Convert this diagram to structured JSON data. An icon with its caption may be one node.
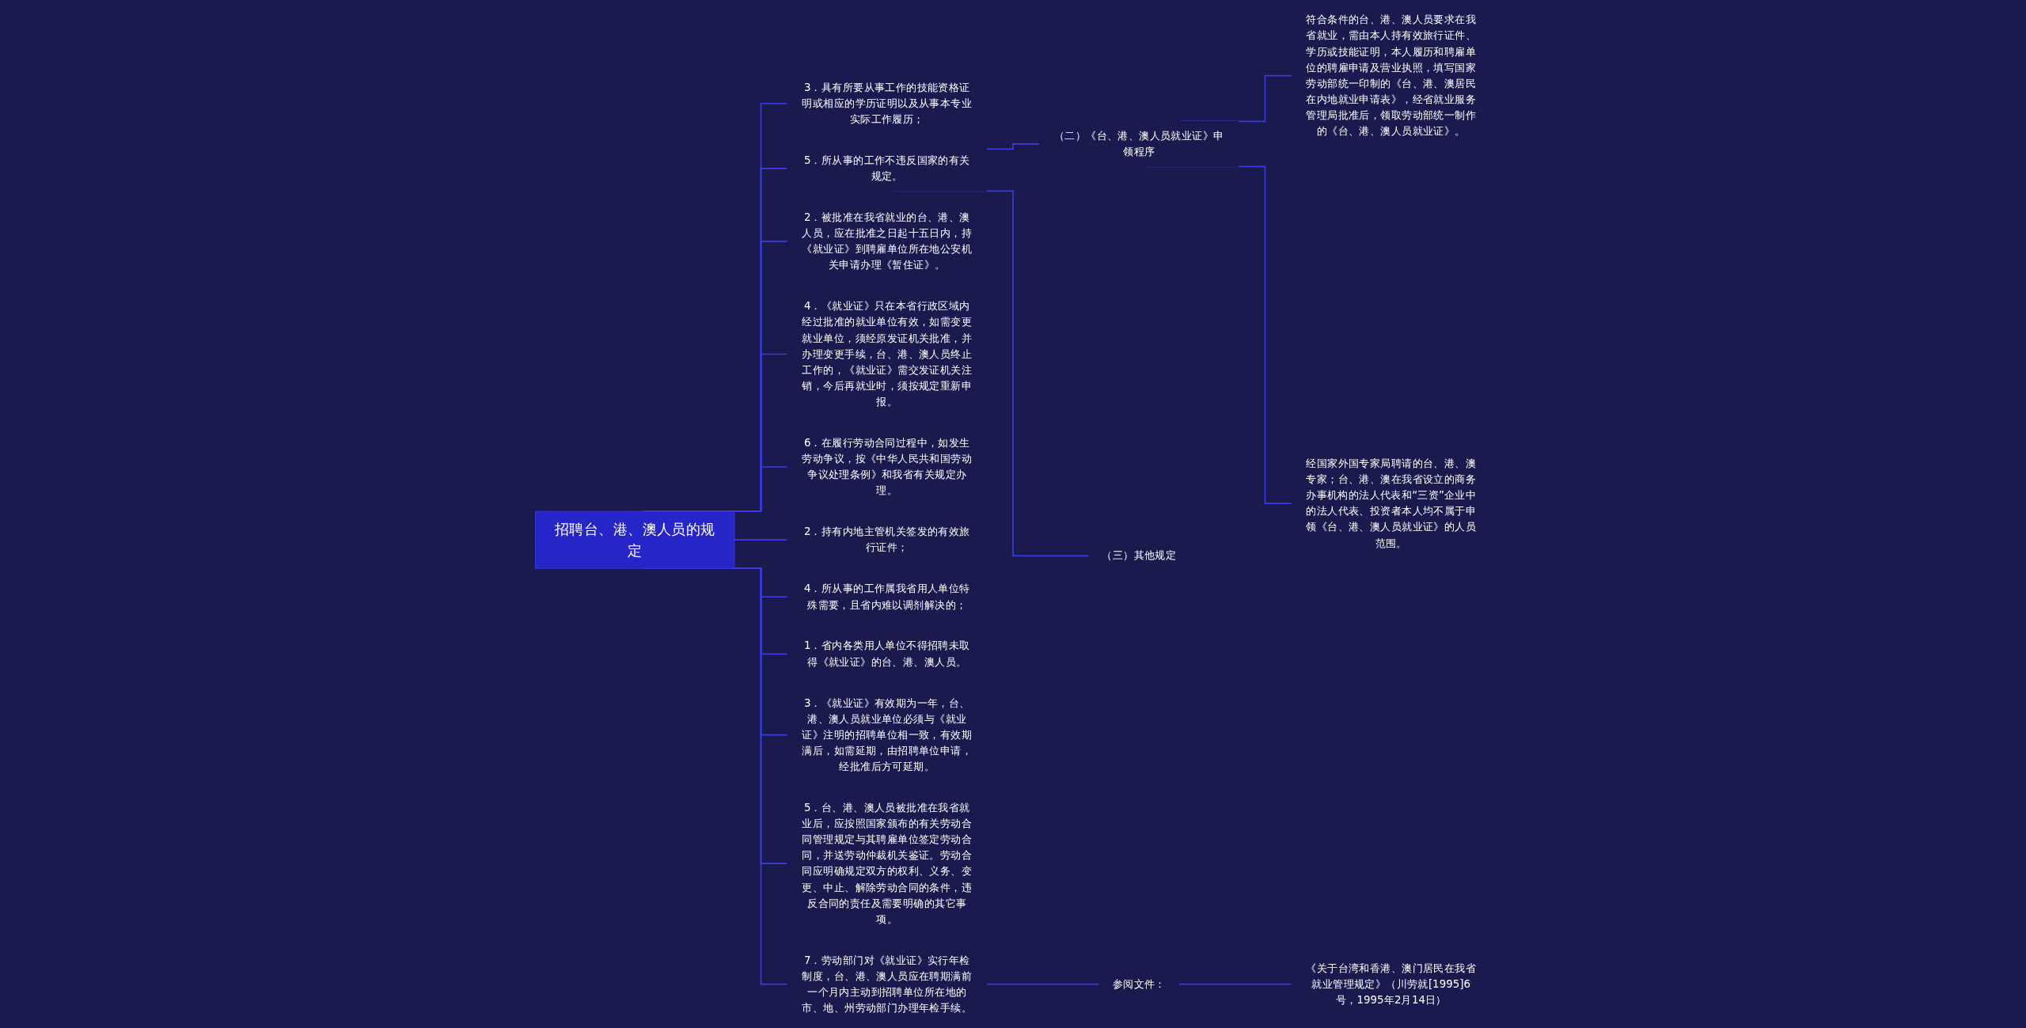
{
  "diagram": {
    "nodes": [
      {
        "text": [
          "招聘台、港、澳人员的规定"
        ]
      },
      {
        "text": [
          "3．具有所要从事工作的技能资格证明或相应的学历证明以及从事本专业实际工作履历；"
        ]
      },
      {
        "text": [
          "5．所从事的工作不违反国家的有关规定。"
        ]
      },
      {
        "text": [
          "（二）《台、港、澳人员就业证》申领程序"
        ]
      },
      {
        "text": [
          "符合条件的台、港、澳人员要求在我省就业，需由本人持有效旅行证件、学历或技能证明，本人履历和聘雇单位的聘雇申请及营业执照，填写国家劳动部统一印制的《台、港、澳居民在内地就业申请表》，经省就业服务管理局批准后，领取劳动部统一制作的《台、港、澳人员就业证》。"
        ]
      },
      {
        "text": [
          "经国家外国专家局聘请的台、港、澳专家；台、港、澳在我省设立的商务办事机构的法人代表和“三资”企业中的法人代表、投资者本人均不属于申领《台、港、澳人员就业证》的人员范围。"
        ]
      },
      {
        "text": [
          "（三）其他规定"
        ]
      },
      {
        "text": [
          "2．被批准在我省就业的台、港、澳人员，应在批准之日起十五日内，持《就业证》到聘雇单位所在地公安机关申请办理《暂住证》。"
        ]
      },
      {
        "text": [
          "4．《就业证》只在本省行政区域内经过批准的就业单位有效，如需变更就业单位，须经原发证机关批准，并办理变更手续，台、港、澳人员终止工作的，《就业证》需交发证机关注销，今后再就业时，须按规定重新申报。"
        ]
      },
      {
        "text": [
          "6．在履行劳动合同过程中，如发生劳动争议，按《中华人民共和国劳动争议处理条例》和我省有关规定办理。"
        ]
      },
      {
        "text": [
          "2．持有内地主管机关签发的有效旅行证件；"
        ]
      },
      {
        "text": [
          "4．所从事的工作属我省用人单位特殊需要，且省内难以调剂解决的；"
        ]
      },
      {
        "text": [
          "1．省内各类用人单位不得招聘未取得《就业证》的台、港、澳人员。"
        ]
      },
      {
        "text": [
          "3．《就业证》有效期为一年，台、港、澳人员就业单位必须与《就业证》注明的招聘单位相一致，有效期满后，如需延期，由招聘单位申请，经批准后方可延期。"
        ]
      },
      {
        "text": [
          "5．台、港、澳人员被批准在我省就业后，应按照国家颁布的有关劳动合同管理规定与其聘雇单位签定劳动合同，并送劳动仲裁机关鉴证。劳动合同应明确规定双方的权利、义务、变更、中止、解除劳动合同的条件，违反合同的责任及需要明确的其它事项。"
        ]
      },
      {
        "text": [
          "7．劳动部门对《就业证》实行年检制度，台、港、澳人员应在聘期满前一个月内主动到招聘单位所在地的市、地、州劳动部门办理年检手续。"
        ]
      },
      {
        "text": [
          "参阅文件："
        ]
      },
      {
        "text": [
          "《关于台湾和香港、澳门居民在我省就业管理规定》（川劳就[1995]6号，1995年2月14日）"
        ]
      }
    ],
    "edges": [
      {
        "from": 0,
        "to": 1,
        "arrow": "none"
      },
      {
        "from": 0,
        "to": 2,
        "arrow": "none"
      },
      {
        "from": 2,
        "to": 3,
        "arrow": "none"
      },
      {
        "from": 3,
        "to": 4,
        "arrow": "none"
      },
      {
        "from": 3,
        "to": 5,
        "arrow": "none"
      },
      {
        "from": 2,
        "to": 6,
        "arrow": "none"
      },
      {
        "from": 0,
        "to": 7,
        "arrow": "none"
      },
      {
        "from": 0,
        "to": 8,
        "arrow": "none"
      },
      {
        "from": 0,
        "to": 9,
        "arrow": "none"
      },
      {
        "from": 0,
        "to": 10,
        "arrow": "none"
      },
      {
        "from": 0,
        "to": 11,
        "arrow": "none"
      },
      {
        "from": 0,
        "to": 12,
        "arrow": "none"
      },
      {
        "from": 0,
        "to": 13,
        "arrow": "none"
      },
      {
        "from": 0,
        "to": 14,
        "arrow": "none"
      },
      {
        "from": 0,
        "to": 15,
        "arrow": "none"
      },
      {
        "from": 15,
        "to": 16,
        "arrow": "none"
      },
      {
        "from": 16,
        "to": 17,
        "arrow": "none"
      }
    ]
  }
}
